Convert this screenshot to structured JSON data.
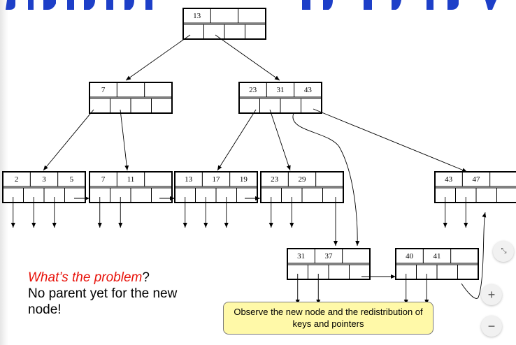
{
  "nodes": {
    "root": {
      "keys": [
        "13",
        "",
        ""
      ]
    },
    "left": {
      "keys": [
        "7",
        "",
        ""
      ]
    },
    "right": {
      "keys": [
        "23",
        "31",
        "43"
      ]
    },
    "leaf1": {
      "keys": [
        "2",
        "3",
        "5"
      ]
    },
    "leaf2": {
      "keys": [
        "7",
        "11",
        ""
      ]
    },
    "leaf3": {
      "keys": [
        "13",
        "17",
        "19"
      ]
    },
    "leaf4": {
      "keys": [
        "23",
        "29",
        ""
      ]
    },
    "leaf5": {
      "keys": [
        "43",
        "47",
        ""
      ]
    },
    "leaf6": {
      "keys": [
        "31",
        "37",
        ""
      ]
    },
    "leaf7": {
      "keys": [
        "40",
        "41",
        ""
      ]
    }
  },
  "text": {
    "problem_question": "What’s the problem",
    "problem_qmark": "?",
    "problem_answer": "No parent yet for the new node!",
    "callout": "Observe the new node and the redistribution of keys and pointers"
  },
  "controls": {
    "zoom_in": "+",
    "zoom_out": "−",
    "collapse": "⤡"
  },
  "colors": {
    "title": "#1d3fc8",
    "question": "#e8140c",
    "callout_fill": "#fff9a8"
  }
}
